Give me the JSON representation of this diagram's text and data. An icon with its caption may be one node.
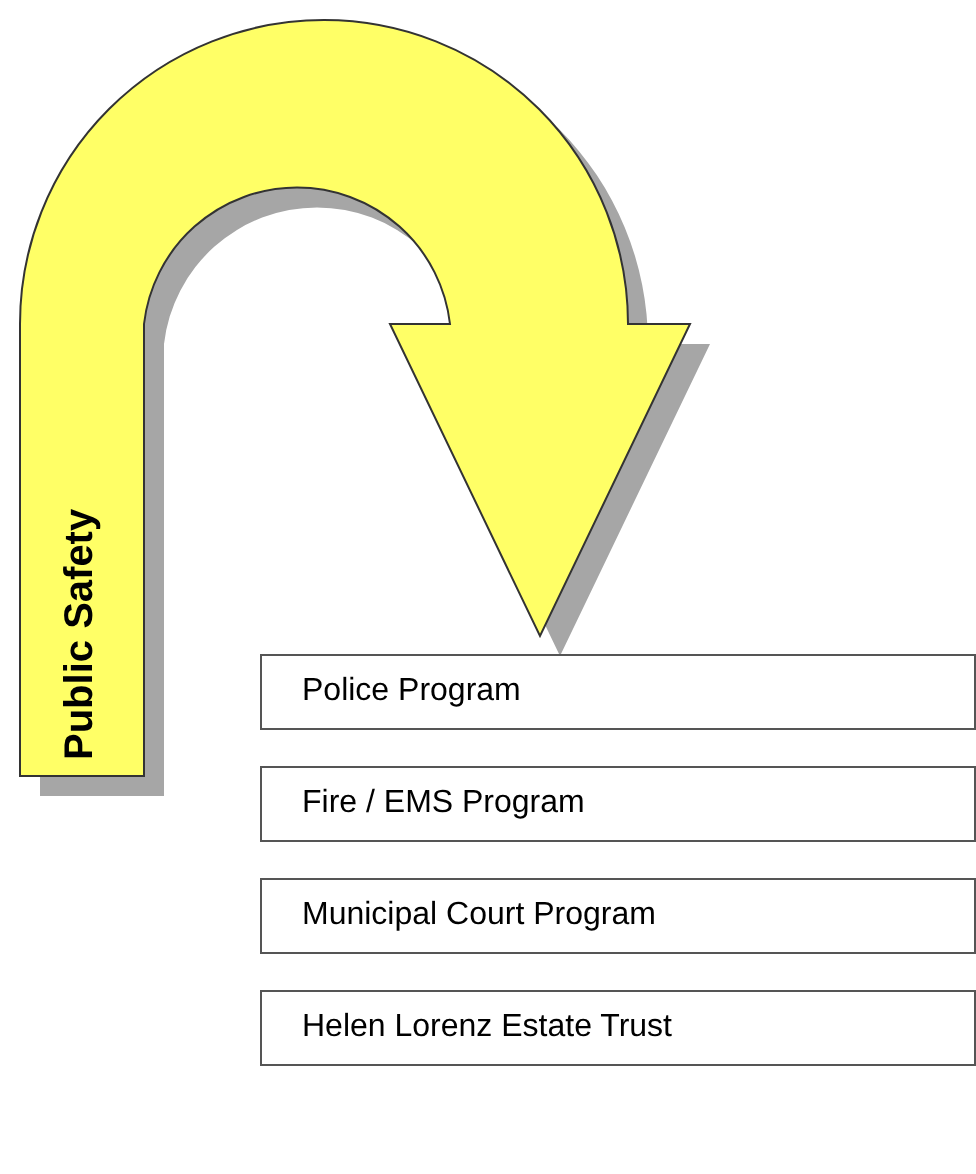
{
  "diagram": {
    "nodes": [
      {
        "text": [
          "Public Safety"
        ]
      },
      {
        "text": [
          "Police Program"
        ]
      },
      {
        "text": [
          "Fire / EMS Program"
        ]
      },
      {
        "text": [
          "Municipal Court Program"
        ]
      },
      {
        "text": [
          "Helen Lorenz Estate Trust"
        ]
      }
    ]
  }
}
